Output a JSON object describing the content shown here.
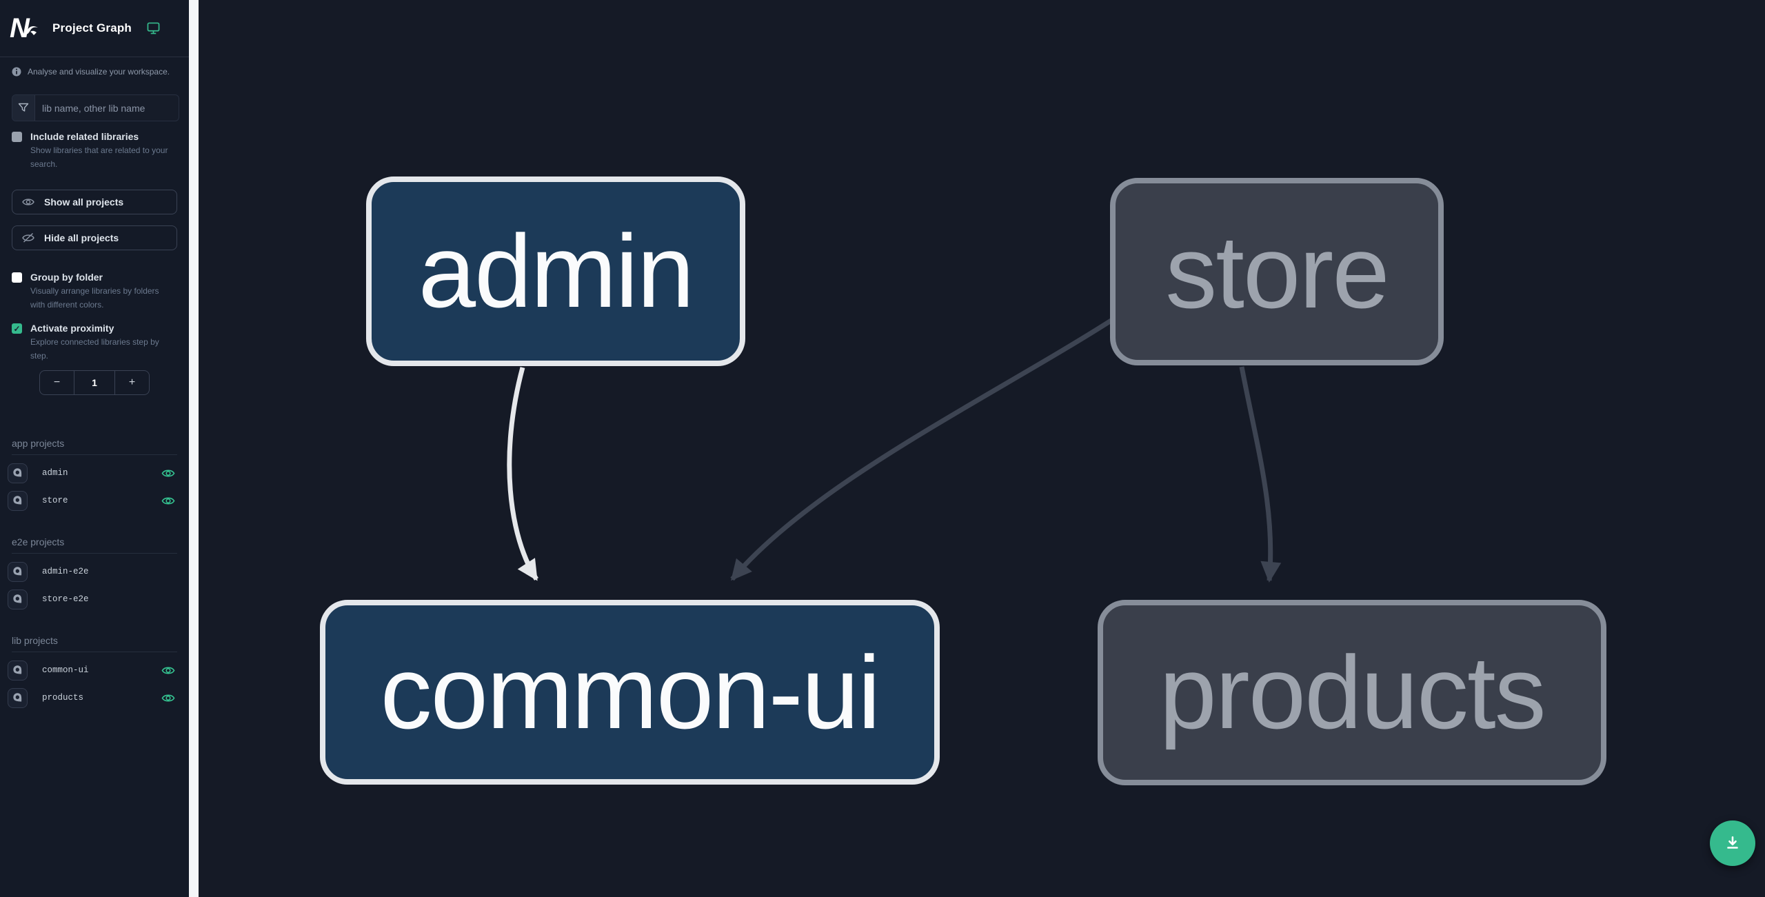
{
  "app": {
    "title": "Project Graph",
    "subtitle": "Analyse and visualize your workspace."
  },
  "colors": {
    "accent_teal": "#35ba8d",
    "eye_green": "#35c391",
    "focused_node_fill": "#1c3a58",
    "focused_node_border": "#e4e7eb",
    "faded_node_fill": "#3a3f4b",
    "faded_node_border": "#868d99",
    "edge_focused": "#e6e8eb",
    "edge_faded": "#3d4452",
    "sidebar_bg": "#141a27",
    "canvas_bg": "#151a26",
    "divider": "#f4f6f8"
  },
  "search": {
    "placeholder": "lib name, other lib name"
  },
  "options": [
    {
      "label": "Include related libraries",
      "description": "Show libraries that are related to your search.",
      "checked": false
    },
    {
      "label": "Group by folder",
      "description": "Visually arrange libraries by folders with different colors.",
      "checked": false
    },
    {
      "label": "Activate proximity",
      "description": "Explore connected libraries step by step.",
      "checked": true
    }
  ],
  "buttons": {
    "show_all": "Show all projects",
    "hide_all": "Hide all projects"
  },
  "proximity_stepper": {
    "decrement": "−",
    "value": "1",
    "increment": "+"
  },
  "sections": [
    {
      "title": "app projects",
      "items": [
        {
          "name": "admin",
          "visible": true
        },
        {
          "name": "store",
          "visible": true
        }
      ]
    },
    {
      "title": "e2e projects",
      "items": [
        {
          "name": "admin-e2e",
          "visible": false
        },
        {
          "name": "store-e2e",
          "visible": false
        }
      ]
    },
    {
      "title": "lib projects",
      "items": [
        {
          "name": "common-ui",
          "visible": true
        },
        {
          "name": "products",
          "visible": true
        }
      ]
    }
  ],
  "graph": {
    "nodes": [
      {
        "label": "admin",
        "state": "focused"
      },
      {
        "label": "store",
        "state": "faded"
      },
      {
        "label": "common-ui",
        "state": "focused"
      },
      {
        "label": "products",
        "state": "faded"
      }
    ],
    "edges": [
      {
        "from": "admin",
        "to": "common-ui",
        "state": "focused"
      },
      {
        "from": "store",
        "to": "common-ui",
        "state": "faded"
      },
      {
        "from": "store",
        "to": "products",
        "state": "faded"
      }
    ],
    "checkmark": "✓"
  }
}
